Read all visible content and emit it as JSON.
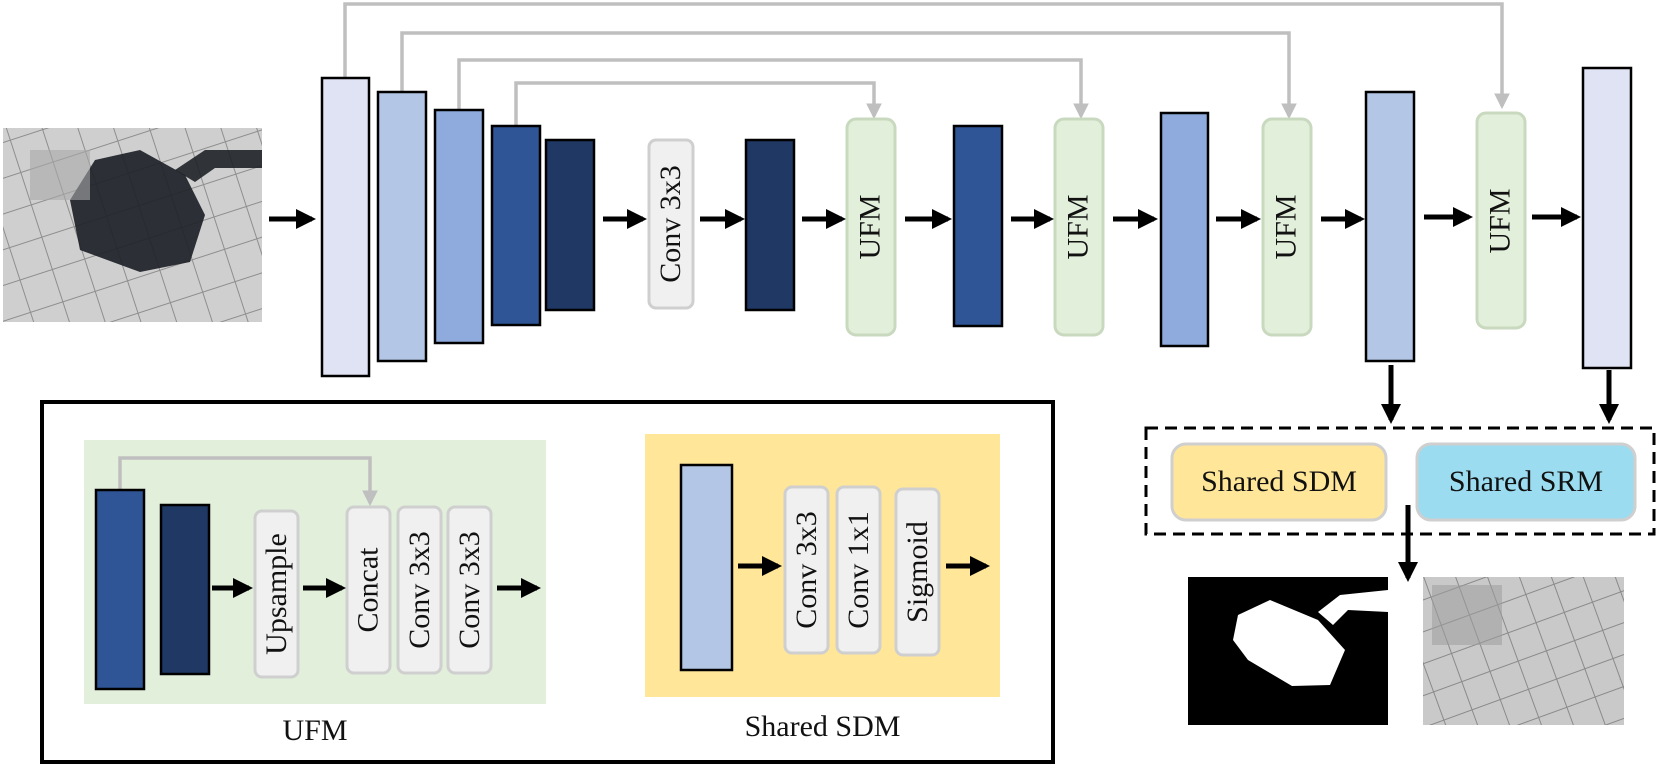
{
  "colors": {
    "stage1": "#dfe3f3",
    "stage2": "#b3c6e6",
    "stage3": "#8faadc",
    "stage4": "#2f5597",
    "stage5": "#203864",
    "ufm_fill": "#e2efda",
    "ufm_border": "#c9d9bf",
    "op_fill": "#f0f0f0",
    "op_border": "#cfcfcf",
    "sdm_fill": "#ffe699",
    "sdm_bg": "#ffe699",
    "srm_fill": "#9bdcf0",
    "ufm_panel_bg": "#e2efda",
    "skip_arrow": "#bfbfbf",
    "flow_arrow": "#000000"
  },
  "main_pipeline": {
    "input_image": "shadow-input-photo",
    "bottleneck_conv_label": "Conv 3x3",
    "decoder_ufm_labels": [
      "UFM",
      "UFM",
      "UFM",
      "UFM"
    ]
  },
  "heads": {
    "sdm_label": "Shared SDM",
    "srm_label": "Shared SRM",
    "mask_output": "shadow-mask-output",
    "removal_output": "shadow-free-output"
  },
  "legend": {
    "ufm": {
      "ops": [
        "Upsample",
        "Concat",
        "Conv 3x3",
        "Conv 3x3"
      ],
      "caption": "UFM"
    },
    "sdm": {
      "ops": [
        "Conv 3x3",
        "Conv 1x1",
        "Sigmoid"
      ],
      "caption": "Shared SDM"
    }
  }
}
